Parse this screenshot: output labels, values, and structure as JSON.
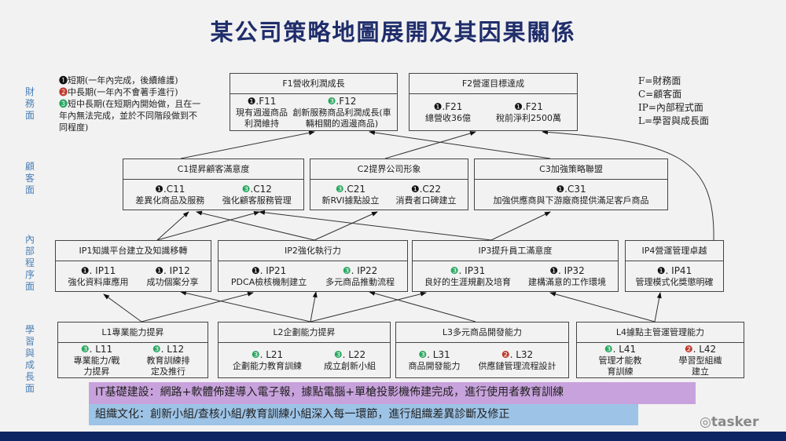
{
  "title": "某公司策略地圖展開及其因果關係",
  "perspectives": [
    "財務面",
    "顧客面",
    "內部程序面",
    "學習與成長面"
  ],
  "legend": {
    "items": [
      {
        "mark": "❶",
        "text": "短期(一年內完成，後續維護)"
      },
      {
        "mark": "❷",
        "text": "中長期(一年內不會著手進行)"
      },
      {
        "mark": "❸",
        "text": "短中長期(在短期內開始做，且在一年內無法完成，並於不同階段做到不同程度)"
      }
    ]
  },
  "abbrev": [
    "F=財務面",
    "C=顧客面",
    "IP=內部程式面",
    "L=學習與成長面"
  ],
  "colors": {
    "short": "#111111",
    "mid": "#c0392b",
    "mixed": "#27a860",
    "it_bar": "#c8a2dc",
    "org_bar": "#9dc3e6",
    "title": "#1f2d6b"
  },
  "boxes": {
    "F1": {
      "title": "F1營收利潤成長",
      "items": [
        {
          "mark": "❶",
          "code": ".F11",
          "text": "現有週邊商品利潤維持"
        },
        {
          "mark": "❸",
          "code": ".F12",
          "text": "創新服務商品利潤成長(車輛相關的週邊商品)"
        }
      ]
    },
    "F2": {
      "title": "F2營運目標達成",
      "items": [
        {
          "mark": "❶",
          "code": ".F21",
          "text": "總營收36億"
        },
        {
          "mark": "❶",
          "code": ".F21",
          "text": "稅前淨利2500萬"
        }
      ]
    },
    "C1": {
      "title": "C1提昇顧客滿意度",
      "items": [
        {
          "mark": "❶",
          "code": ".C11",
          "text": "差異化商品及服務"
        },
        {
          "mark": "❸",
          "code": ".C12",
          "text": "強化顧客服務管理"
        }
      ]
    },
    "C2": {
      "title": "C2提界公司形象",
      "items": [
        {
          "mark": "❸",
          "code": ".C21",
          "text": "新RVI據點設立"
        },
        {
          "mark": "❶",
          "code": ".C22",
          "text": "消費者口碑建立"
        }
      ]
    },
    "C3": {
      "title": "C3加強策略聯盟",
      "items": [
        {
          "mark": "❶",
          "code": ".C31",
          "text": "加強供應商與下游廠商提供滿足客戶商品"
        }
      ]
    },
    "IP1": {
      "title": "IP1知識平台建立及知識移轉",
      "items": [
        {
          "mark": "❶",
          "code": ". IP11",
          "text": "強化資料庫應用"
        },
        {
          "mark": "❶",
          "code": ". IP12",
          "text": "成功個案分享"
        }
      ]
    },
    "IP2": {
      "title": "IP2強化執行力",
      "items": [
        {
          "mark": "❶",
          "code": ". IP21",
          "text": "PDCA檢核機制建立"
        },
        {
          "mark": "❸",
          "code": ". IP22",
          "text": "多元商品推動流程"
        }
      ]
    },
    "IP3": {
      "title": "IP3提升員工滿意度",
      "items": [
        {
          "mark": "❸",
          "code": ". IP31",
          "text": "良好的生涯規劃及培育"
        },
        {
          "mark": "❶",
          "code": ". IP32",
          "text": "建構滿意的工作環境"
        }
      ]
    },
    "IP4": {
      "title": "IP4營運管理卓越",
      "items": [
        {
          "mark": "❶",
          "code": ". IP41",
          "text": "管理模式化獎懲明確"
        }
      ]
    },
    "L1": {
      "title": "L1專業能力提昇",
      "items": [
        {
          "mark": "❸",
          "code": ". L11",
          "text": "專業能力/戰力提昇"
        },
        {
          "mark": "❸",
          "code": ". L12",
          "text": "教育訓練排定及推行"
        }
      ]
    },
    "L2": {
      "title": "L2企劃能力提昇",
      "items": [
        {
          "mark": "❸",
          "code": ". L21",
          "text": "企劃能力教育訓練"
        },
        {
          "mark": "❸",
          "code": ". L22",
          "text": "成立創新小組"
        }
      ]
    },
    "L3": {
      "title": "L3多元商品開發能力",
      "items": [
        {
          "mark": "❸",
          "code": ". L31",
          "text": "商品開發能力"
        },
        {
          "mark": "❷",
          "code": ". L32",
          "text": "供應鏈管理流程設計"
        }
      ]
    },
    "L4": {
      "title": "L4據點主管運管理能力",
      "items": [
        {
          "mark": "❸",
          "code": ". L41",
          "text": "管理才能教育訓練"
        },
        {
          "mark": "❷",
          "code": ". L42",
          "text": "學習型組織建立"
        }
      ]
    }
  },
  "it_bar": "IT基礎建設：網路+軟體佈建導入電子報，據點電腦+單槍投影機佈建完成，進行使用者教育訓練",
  "org_bar": "組織文化：創新小組/查核小組/教育訓練小組深入每一環節，進行組織差異診斷及修正",
  "logo": "tasker"
}
